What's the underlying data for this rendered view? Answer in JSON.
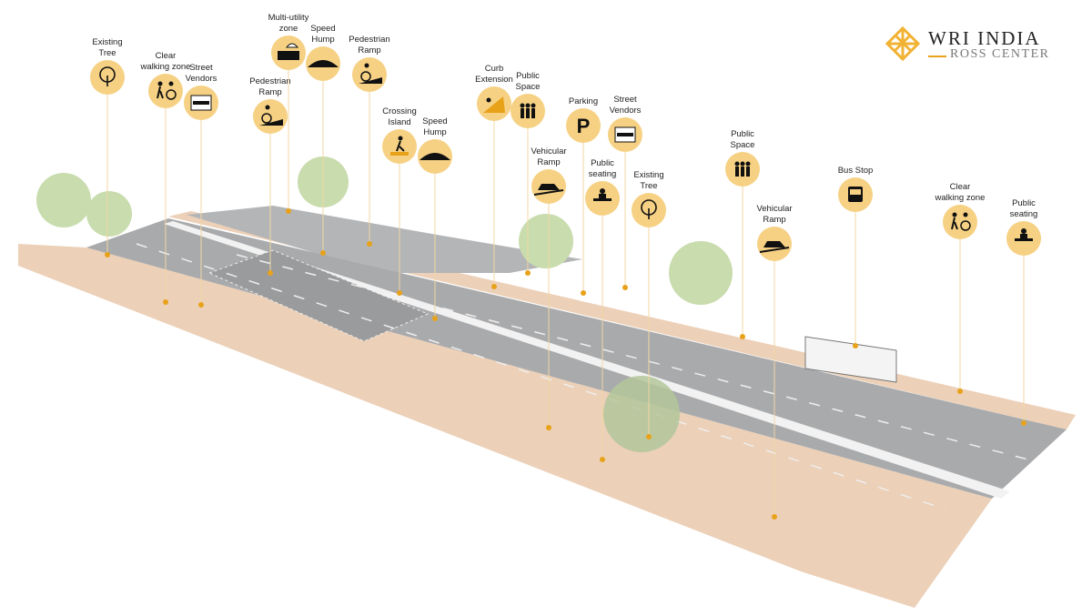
{
  "logo": {
    "title": "WRI INDIA",
    "subtitle": "ROSS CENTER",
    "accent_color": "#f2b233"
  },
  "colors": {
    "callout_fill": "#f6d184",
    "callout_dot": "#e8a21a",
    "sidewalk": "#ecd0b8",
    "road": "#a9aaac",
    "tree": "#c9dcae"
  },
  "callouts": [
    {
      "label": [
        "Existing",
        "Tree"
      ],
      "icon": "tree-icon"
    },
    {
      "label": [
        "Clear",
        "walking zone"
      ],
      "icon": "pedestrian-wheelchair-icon"
    },
    {
      "label": [
        "Street",
        "Vendors"
      ],
      "icon": "vendor-cart-icon"
    },
    {
      "label": [
        "Pedestrian",
        "Ramp"
      ],
      "icon": "wheelchair-ramp-icon"
    },
    {
      "label": [
        "Multi-utility",
        "zone"
      ],
      "icon": "multi-utility-icon"
    },
    {
      "label": [
        "Speed",
        "Hump"
      ],
      "icon": "speed-hump-icon"
    },
    {
      "label": [
        "Pedestrian",
        "Ramp"
      ],
      "icon": "wheelchair-ramp-icon"
    },
    {
      "label": [
        "Crossing",
        "Island"
      ],
      "icon": "crossing-icon"
    },
    {
      "label": [
        "Speed",
        "Hump"
      ],
      "icon": "speed-hump-icon"
    },
    {
      "label": [
        "Curb",
        "Extension"
      ],
      "icon": "curb-extension-icon"
    },
    {
      "label": [
        "Public",
        "Space"
      ],
      "icon": "people-icon"
    },
    {
      "label": [
        "Vehicular",
        "Ramp"
      ],
      "icon": "car-ramp-icon"
    },
    {
      "label": [
        "Parking"
      ],
      "icon": "parking-icon"
    },
    {
      "label": [
        "Public",
        "seating"
      ],
      "icon": "bench-icon"
    },
    {
      "label": [
        "Street",
        "Vendors"
      ],
      "icon": "vendor-cart-icon"
    },
    {
      "label": [
        "Existing",
        "Tree"
      ],
      "icon": "tree-icon"
    },
    {
      "label": [
        "Public",
        "Space"
      ],
      "icon": "people-icon"
    },
    {
      "label": [
        "Vehicular",
        "Ramp"
      ],
      "icon": "car-ramp-icon"
    },
    {
      "label": [
        "Bus Stop"
      ],
      "icon": "bus-icon"
    },
    {
      "label": [
        "Clear",
        "walking zone"
      ],
      "icon": "pedestrian-wheelchair-icon"
    },
    {
      "label": [
        "Public",
        "seating"
      ],
      "icon": "bench-icon"
    }
  ]
}
